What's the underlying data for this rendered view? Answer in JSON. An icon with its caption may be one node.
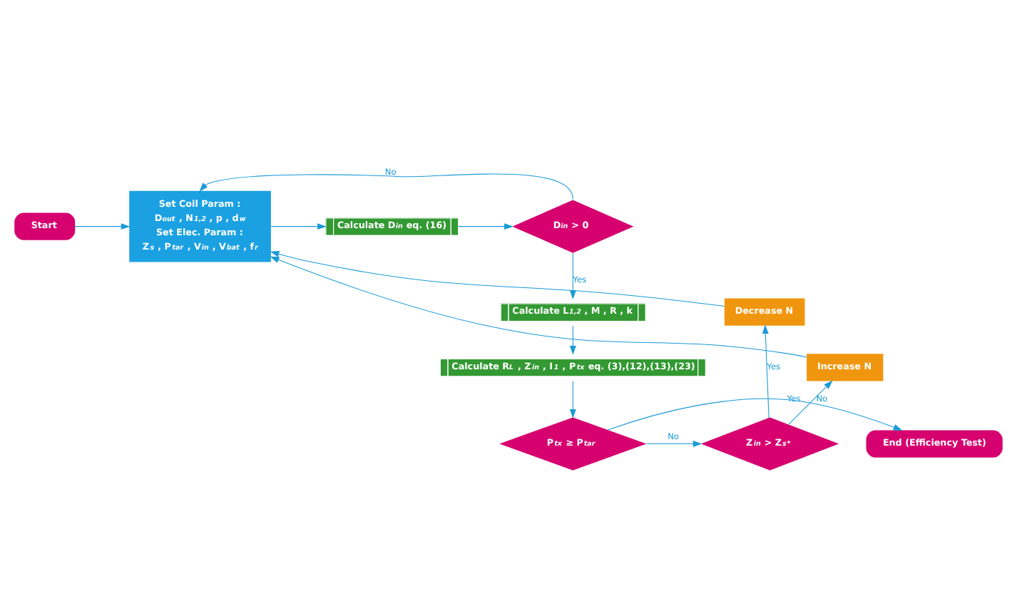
{
  "diagram": {
    "nodes": [
      {
        "text": [
          "Start"
        ]
      },
      {
        "text": [
          "Set Coil Param :",
          "D$_{out}$ , N$_{1,2}$ , p , d$_{w}$",
          "Set Elec. Param :",
          "Z$_{s}$ , P$_{tar}$ , V$_{in}$ , V$_{bat}$ , f$_{r}$"
        ]
      },
      {
        "text": [
          "Calculate D$_{in}$ eq. (16)"
        ]
      },
      {
        "text": [
          "D$_{in}$ > 0"
        ]
      },
      {
        "text": [
          "Calculate L$_{1,2}$ , M , R , k"
        ]
      },
      {
        "text": [
          "Calculate R$_{L}$ , Z$_{in}$ , I$_{1}$ , P$_{tx}$ eq. (3),(12),(13),(23)"
        ]
      },
      {
        "text": [
          "P$_{tx}$ ≥ P$_{tar}$"
        ]
      },
      {
        "text": [
          "End (Efficiency Test)"
        ]
      },
      {
        "text": [
          "Z$_{in}$ > Z$_{s}$$^{*}$"
        ]
      },
      {
        "text": [
          "Increase N"
        ]
      },
      {
        "text": [
          "Decrease N"
        ]
      }
    ],
    "edges": [
      {
        "from": 0,
        "to": 1,
        "arrow": "to"
      },
      {
        "from": 1,
        "to": 2,
        "arrow": "to"
      },
      {
        "from": 2,
        "to": 3,
        "arrow": "to"
      },
      {
        "from": 3,
        "to": 1,
        "arrow": "to",
        "label": "No"
      },
      {
        "from": 3,
        "to": 4,
        "arrow": "to",
        "label": "Yes"
      },
      {
        "from": 4,
        "to": 5,
        "arrow": "to"
      },
      {
        "from": 5,
        "to": 6,
        "arrow": "to"
      },
      {
        "from": 6,
        "to": 7,
        "arrow": "to",
        "label": "Yes"
      },
      {
        "from": 6,
        "to": 8,
        "arrow": "to",
        "label": "No"
      },
      {
        "from": 8,
        "to": 9,
        "arrow": "to",
        "label": "No"
      },
      {
        "from": 8,
        "to": 10,
        "arrow": "to",
        "label": "Yes"
      },
      {
        "from": 9,
        "to": 1,
        "arrow": "to"
      },
      {
        "from": 10,
        "to": 1,
        "arrow": "to"
      }
    ]
  }
}
